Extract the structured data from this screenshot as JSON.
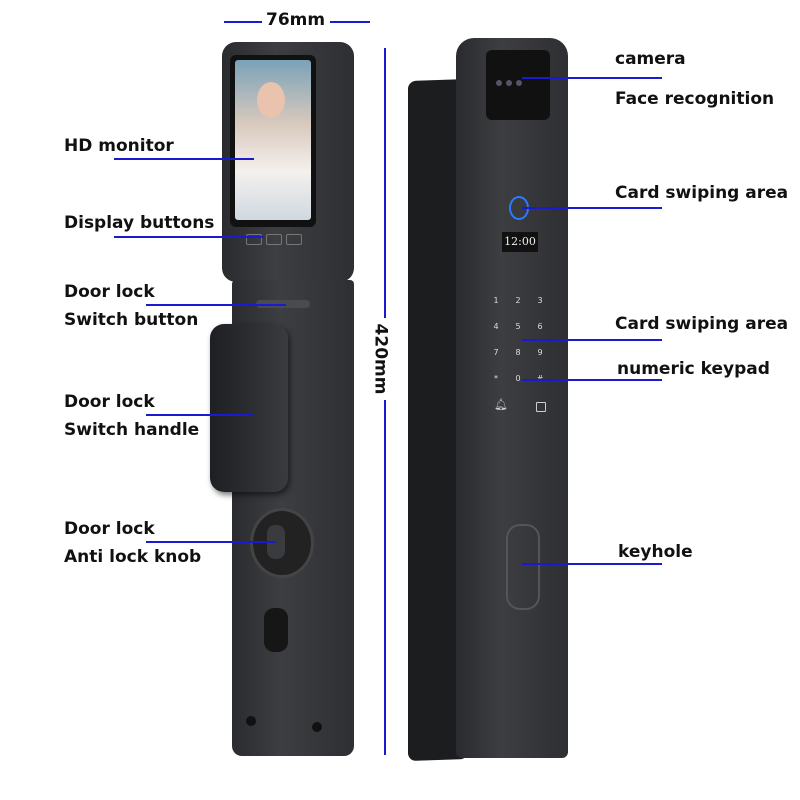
{
  "dimensions": {
    "width": "76mm",
    "height": "420mm"
  },
  "left_labels": {
    "hd_monitor": "HD monitor",
    "display_buttons": "Display buttons",
    "switch_button": [
      "Door lock",
      "Switch button"
    ],
    "switch_handle": [
      "Door lock",
      "Switch handle"
    ],
    "anti_lock_knob": [
      "Door lock",
      "Anti lock knob"
    ]
  },
  "right_labels": {
    "camera": "camera",
    "face_recognition": "Face recognition",
    "card_swiping_1": "Card swiping area",
    "card_swiping_2": "Card swiping area",
    "numeric_keypad": "numeric keypad",
    "keyhole": "keyhole"
  },
  "device": {
    "clock": "12:00",
    "keys": [
      "1",
      "2",
      "3",
      "4",
      "5",
      "6",
      "7",
      "8",
      "9",
      "*",
      "0",
      "#"
    ]
  },
  "colors": {
    "accent": "#1a1ad0",
    "body": "#333438"
  }
}
